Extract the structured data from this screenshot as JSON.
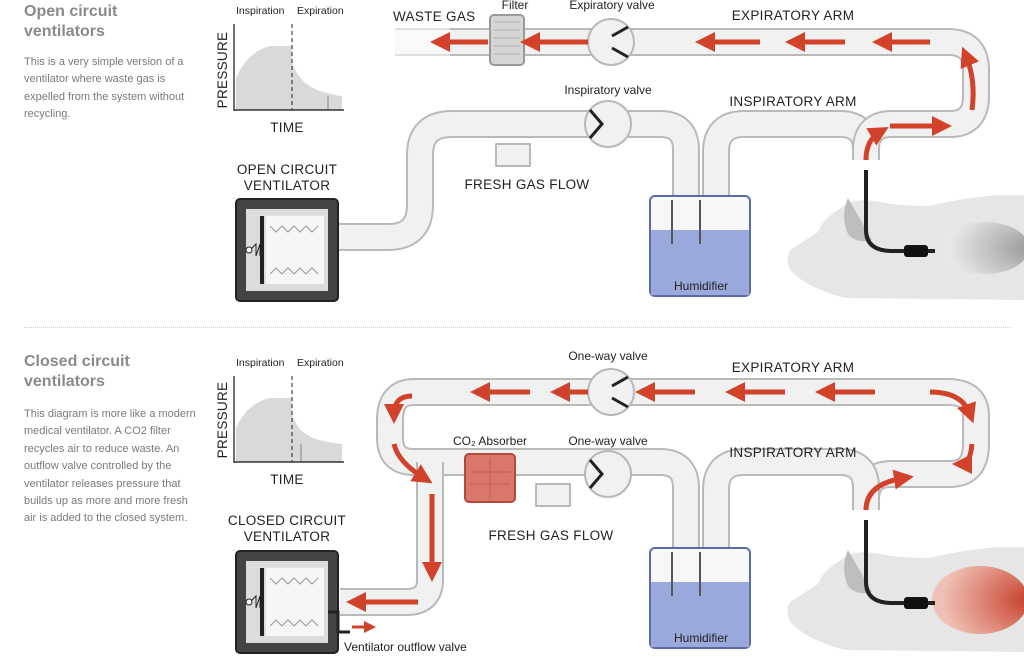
{
  "open": {
    "title_line1": "Open circuit",
    "title_line2": "ventilators",
    "description": "This is a very simple version of a ventilator where waste gas is expelled from the system without recycling.",
    "chart": {
      "inspiration": "Inspiration",
      "expiration": "Expiration",
      "ylabel": "PRESSURE",
      "xlabel": "TIME"
    },
    "ventilator_label_1": "OPEN CIRCUIT",
    "ventilator_label_2": "VENTILATOR",
    "waste_gas": "WASTE GAS",
    "filter": "Filter",
    "expiratory_valve": "Expiratory valve",
    "expiratory_arm": "EXPIRATORY ARM",
    "inspiratory_valve": "Inspiratory valve",
    "inspiratory_arm": "INSPIRATORY ARM",
    "fresh_gas_flow": "FRESH GAS FLOW",
    "humidifier": "Humidifier"
  },
  "closed": {
    "title_line1": "Closed circuit",
    "title_line2": "ventilators",
    "description": "This diagram is more like a modern medical ventilator. A CO2 filter recycles air to reduce waste. An outflow valve controlled by the ventilator releases pressure that builds up as more and more fresh air is added to the closed system.",
    "chart": {
      "inspiration": "Inspiration",
      "expiration": "Expiration",
      "ylabel": "PRESSURE",
      "xlabel": "TIME"
    },
    "ventilator_label_1": "CLOSED CIRCUIT",
    "ventilator_label_2": "VENTILATOR",
    "one_way_valve_top": "One-way valve",
    "expiratory_arm": "EXPIRATORY ARM",
    "co2_absorber": "CO₂ Absorber",
    "one_way_valve_mid": "One-way valve",
    "inspiratory_arm": "INSPIRATORY ARM",
    "fresh_gas_flow": "FRESH GAS FLOW",
    "humidifier": "Humidifier",
    "outflow_valve": "Ventilator outflow valve"
  },
  "colors": {
    "arrow": "#d2412a",
    "tube": "#f1f1f1",
    "tube_outline": "#b9b9b9",
    "water": "#9aa9dc",
    "absorber": "#d9776a",
    "text_muted": "#8a8a8a"
  }
}
